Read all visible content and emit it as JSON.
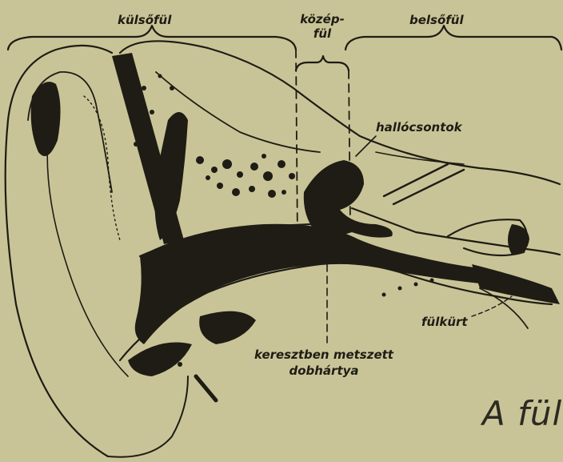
{
  "title": "A fül",
  "labels": {
    "outer_ear": "külsőfül",
    "middle_ear_line1": "közép-",
    "middle_ear_line2": "fül",
    "inner_ear": "belsőfül",
    "ossicles": "hallócsontok",
    "eustachian_tube": "fülkürt",
    "eardrum_line1": "keresztben metszett",
    "eardrum_line2": "dobhártya"
  },
  "colors": {
    "background": "#c9c497",
    "ink": "#1e1c14"
  }
}
